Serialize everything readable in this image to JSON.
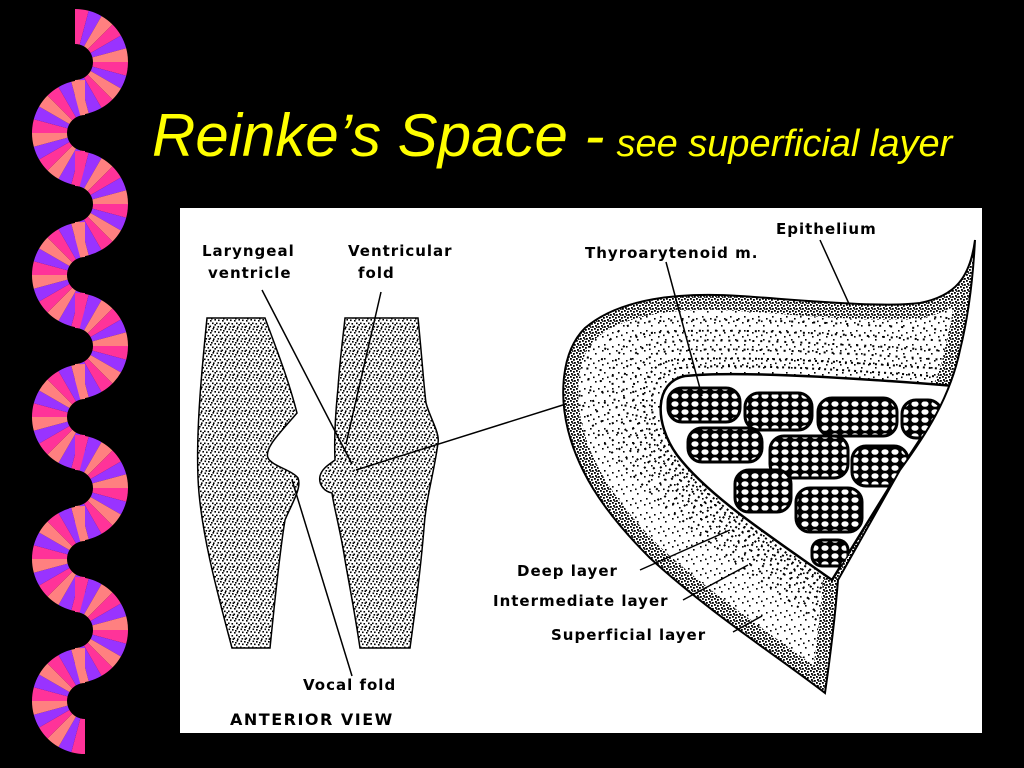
{
  "slide": {
    "title_main": "Reinke’s Space -",
    "title_sub": "see superficial layer"
  },
  "diagram": {
    "labels": {
      "laryngeal_ventricle": [
        "Laryngeal",
        "ventricle"
      ],
      "ventricular_fold": [
        "Ventricular",
        "fold"
      ],
      "vocal_fold": "Vocal fold",
      "anterior_view": "ANTERIOR VIEW",
      "epithelium": "Epithelium",
      "thyroarytenoid": "Thyroarytenoid m.",
      "deep_layer": "Deep layer",
      "intermediate_layer": "Intermediate layer",
      "superficial_layer": "Superficial layer"
    }
  },
  "theme": {
    "background": "#000000",
    "title_color": "#ffff00",
    "diagram_background": "#ffffff",
    "border_motif": "pinwheel-fan-border",
    "border_colors": [
      "#ff3399",
      "#9933ff",
      "#ff8080"
    ]
  }
}
